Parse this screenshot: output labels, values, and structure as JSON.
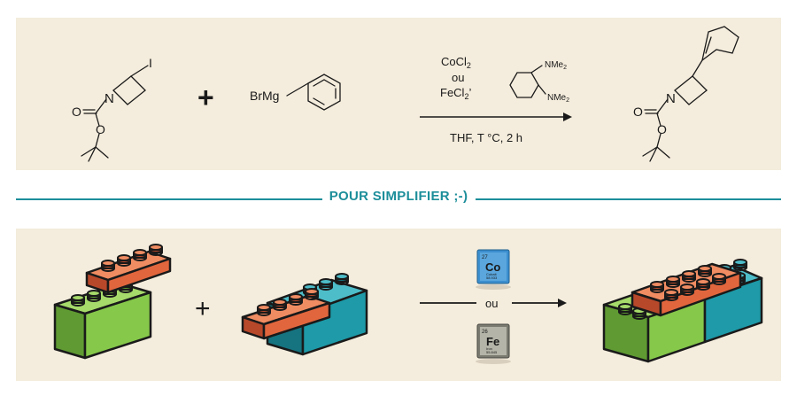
{
  "reaction": {
    "reagent1": "CoCl",
    "reagent1_sub": "2",
    "or_word": "ou",
    "reagent2": "FeCl",
    "reagent2_sub": "2",
    "reagent2_suffix": "’",
    "conditions": "THF, T °C, 2 h",
    "ligand_label": "NMe",
    "ligand_sub": "2",
    "grignard_label": "BrMg",
    "iodo_label": "I",
    "nitrogen_label": "N",
    "oxygen_label": "O",
    "plus": "+"
  },
  "divider": {
    "text": "POUR SIMPLIFIER ;-)",
    "color": "#1c8e9a"
  },
  "simplified": {
    "plus": "+",
    "or_word": "ou",
    "cobalt_tile": {
      "number": "27",
      "symbol": "Co",
      "name": "Cobalt",
      "mass": "58.933"
    },
    "iron_tile": {
      "number": "26",
      "symbol": "Fe",
      "name": "Iron",
      "mass": "55.845"
    }
  },
  "colors": {
    "panel": "#f4ecdc",
    "green": "#86c84a",
    "orange": "#e2663d",
    "teal": "#1e9aa8"
  }
}
